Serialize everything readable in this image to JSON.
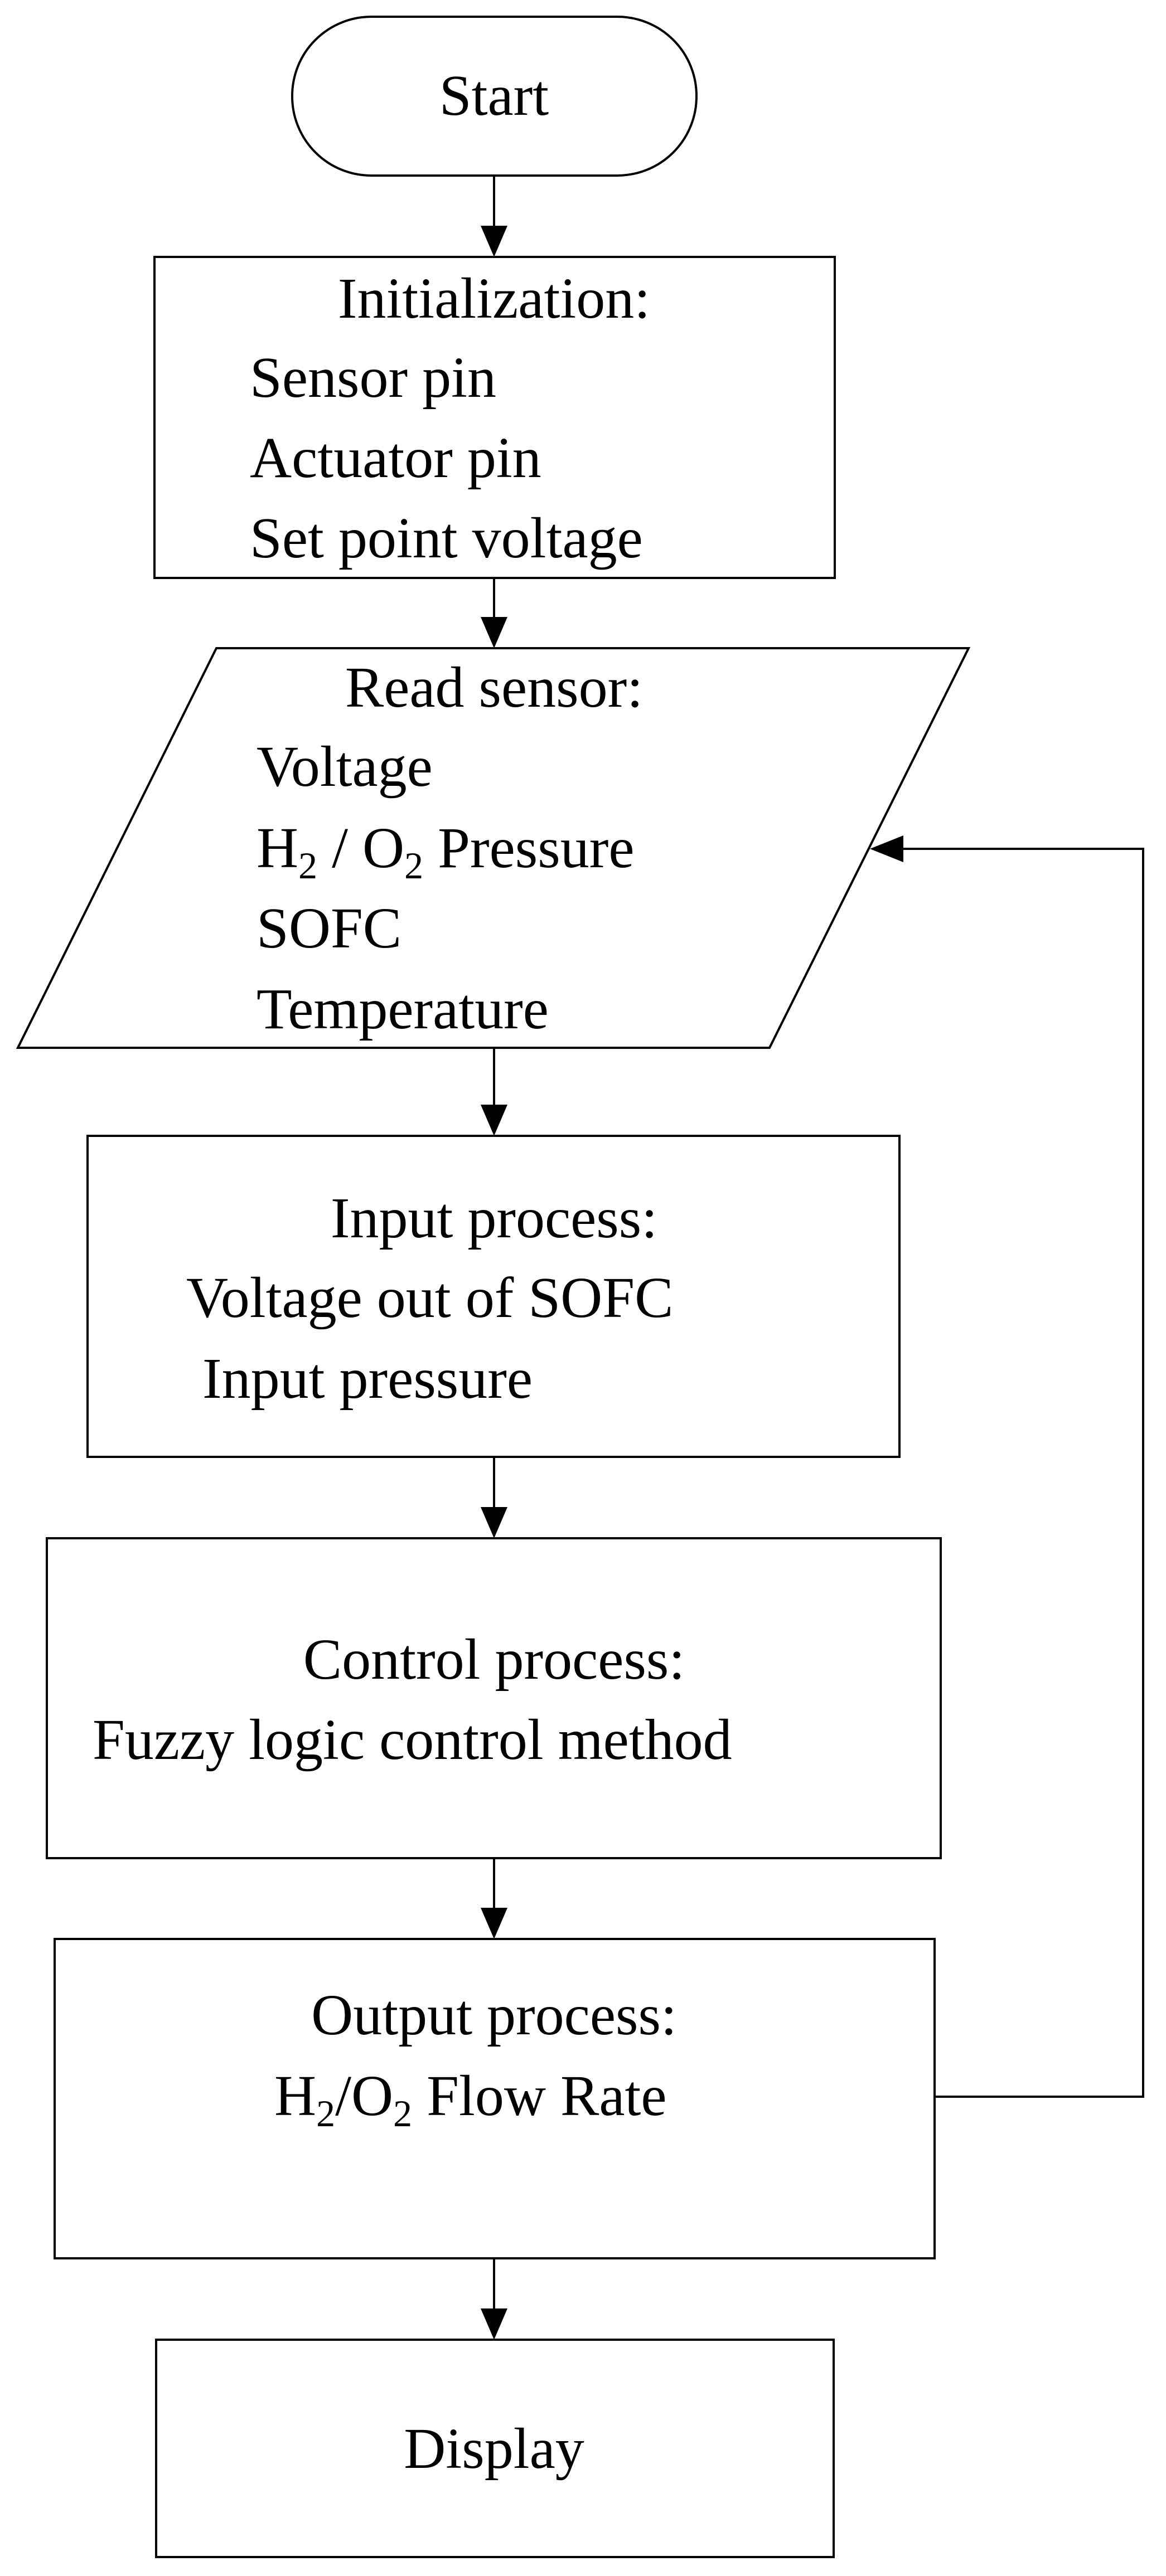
{
  "flowchart": {
    "start": {
      "label": "Start"
    },
    "init": {
      "title": "Initialization:",
      "lines": [
        "Sensor pin",
        "Actuator pin",
        "Set point voltage"
      ]
    },
    "read": {
      "title": "Read sensor:",
      "line1": "Voltage",
      "line2": {
        "a": "H",
        "a_sub": "2",
        "sep": " / O",
        "b_sub": "2",
        "rest": " Pressure"
      },
      "line3": "SOFC",
      "line4": "Temperature"
    },
    "input": {
      "title": "Input process:",
      "lines": [
        "Voltage out of SOFC",
        "Input pressure"
      ]
    },
    "control": {
      "title": "Control process:",
      "lines": [
        "Fuzzy logic control method"
      ]
    },
    "output": {
      "title": "Output process:",
      "line1": {
        "a": "H",
        "a_sub": "2",
        "sep": "/O",
        "b_sub": "2",
        "rest": " Flow Rate"
      }
    },
    "display": {
      "label": "Display"
    }
  }
}
